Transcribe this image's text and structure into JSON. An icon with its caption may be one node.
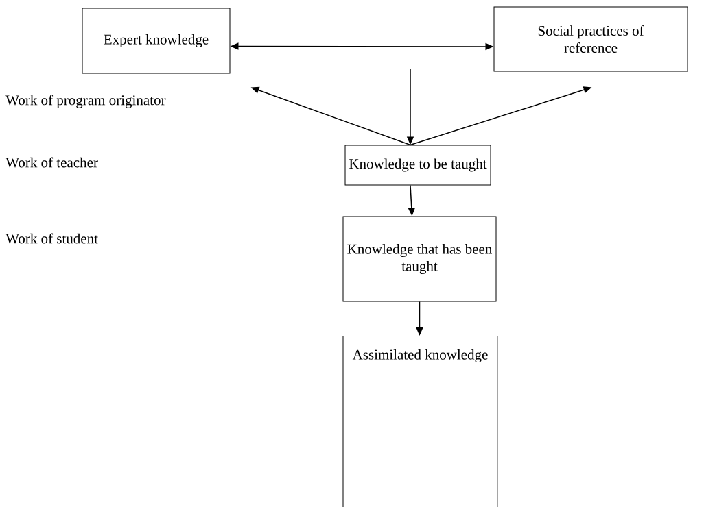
{
  "diagram": {
    "nodes": [
      {
        "text": [
          "Expert knowledge"
        ]
      },
      {
        "text": [
          "Social practices of reference"
        ]
      },
      {
        "text": [
          "Knowledge to be taught"
        ]
      },
      {
        "text": [
          "Knowledge that has been taught"
        ]
      },
      {
        "text": [
          "Assimilated knowledge"
        ]
      }
    ],
    "edges": [
      {
        "from": 0,
        "to": 1,
        "arrow": "both"
      },
      {
        "from": 2,
        "to": 0,
        "arrow": "to"
      },
      {
        "from": 2,
        "to": 1,
        "arrow": "to"
      },
      {
        "from": null,
        "to": 2,
        "arrow": "to"
      },
      {
        "from": 2,
        "to": 3,
        "arrow": "to"
      },
      {
        "from": 3,
        "to": 4,
        "arrow": "to"
      }
    ],
    "labels": [
      "Work of program originator",
      "Work of teacher",
      "Work of student"
    ]
  }
}
